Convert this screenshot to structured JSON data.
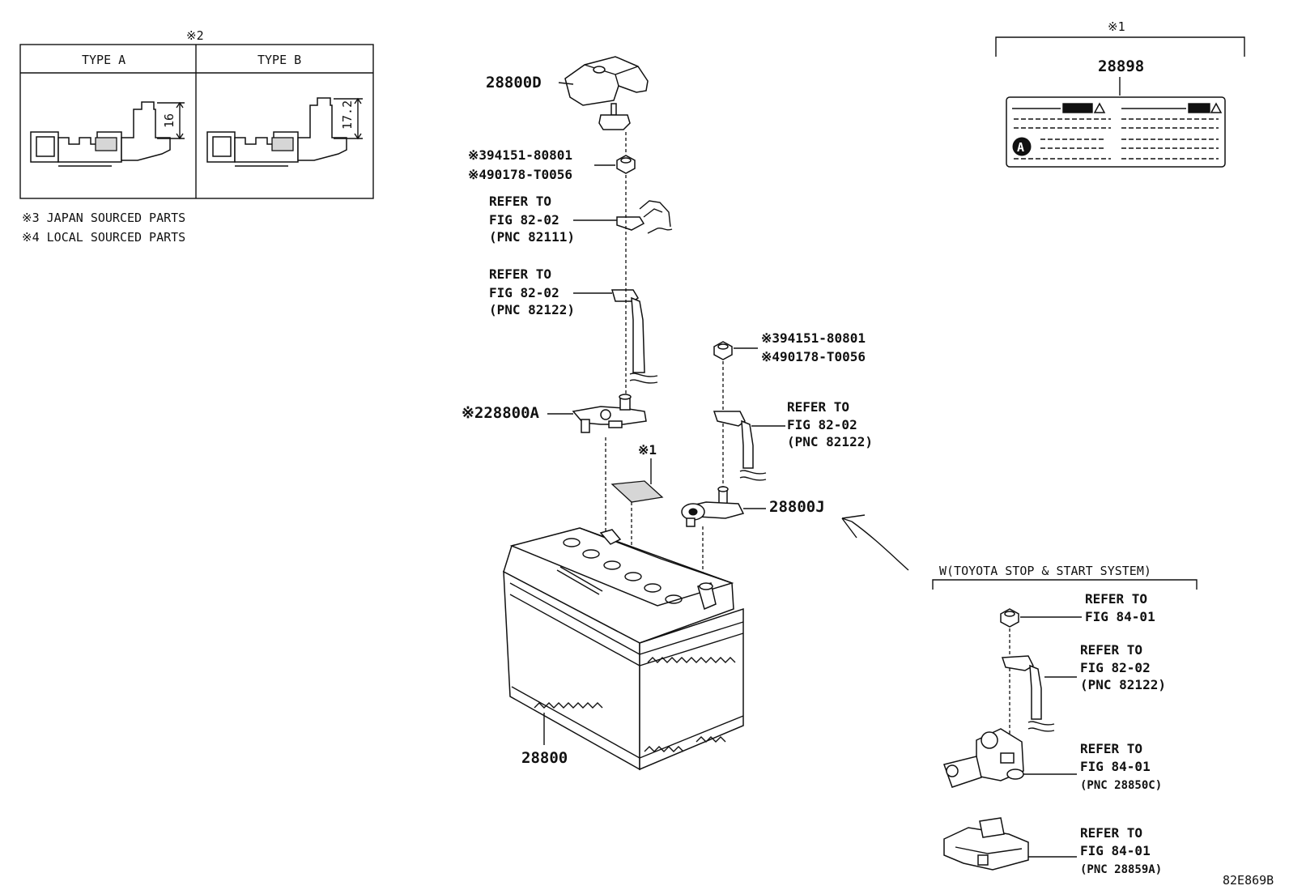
{
  "type_table": {
    "note": "※2",
    "type_a": "TYPE A",
    "type_b": "TYPE B",
    "dim_a": "16",
    "dim_b": "17.2"
  },
  "notes": {
    "japan": "※3 JAPAN SOURCED PARTS",
    "local": "※4 LOCAL SOURCED PARTS"
  },
  "label_group": {
    "note": "※1",
    "part_number": "28898",
    "marker": "A"
  },
  "parts": {
    "cover": "28800D",
    "nut1_line1": "※394151-80801",
    "nut1_line2": "※490178-T0056",
    "ref1": [
      "REFER TO",
      "FIG 82-02",
      "(PNC 82111)"
    ],
    "ref2": [
      "REFER TO",
      "FIG 82-02",
      "(PNC 82122)"
    ],
    "clamp_pos": "※228800A",
    "label_note": "※1",
    "nut2_line1": "※394151-80801",
    "nut2_line2": "※490178-T0056",
    "ref3": [
      "REFER TO",
      "FIG 82-02",
      "(PNC 82122)"
    ],
    "clamp_neg": "28800J",
    "battery": "28800"
  },
  "stop_start": {
    "title": "W(TOYOTA STOP & START SYSTEM)",
    "ref_nut": [
      "REFER TO",
      "FIG 84-01"
    ],
    "ref_cable": [
      "REFER TO",
      "FIG 82-02",
      "(PNC 82122)"
    ],
    "ref_sensor": [
      "REFER TO",
      "FIG 84-01",
      "(PNC 28850C)"
    ],
    "ref_bracket": [
      "REFER TO",
      "FIG 84-01",
      "(PNC 28859A)"
    ]
  },
  "figure_code": "82E869B"
}
